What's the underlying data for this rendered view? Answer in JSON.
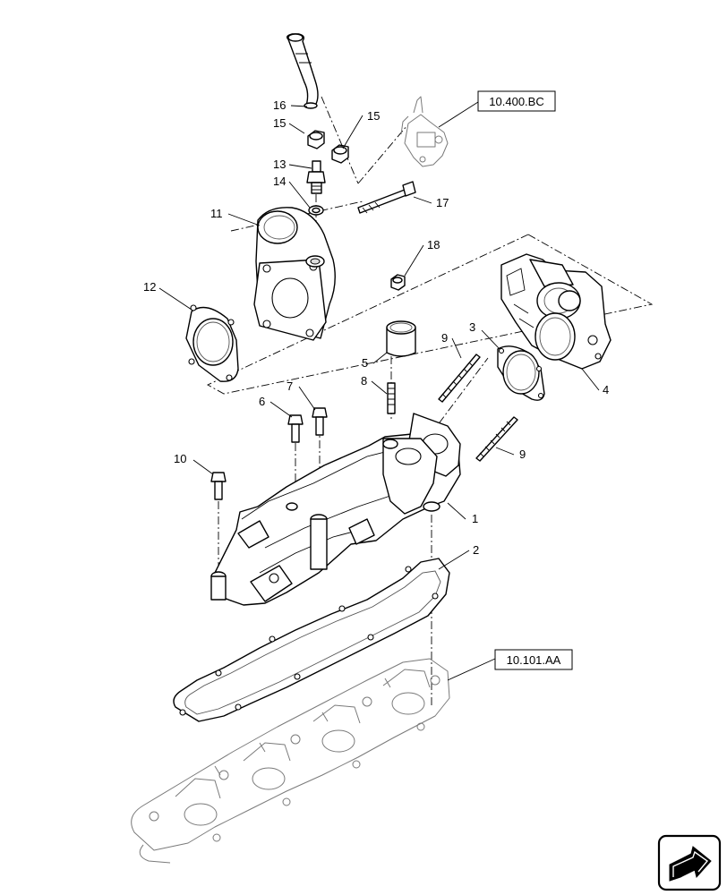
{
  "references": {
    "upper": "10.400.BC",
    "lower": "10.101.AA"
  },
  "callouts": {
    "c1": "1",
    "c2": "2",
    "c3": "3",
    "c4": "4",
    "c5": "5",
    "c6": "6",
    "c7": "7",
    "c8": "8",
    "c9a": "9",
    "c9b": "9",
    "c10": "10",
    "c11": "11",
    "c12": "12",
    "c13": "13",
    "c14": "14",
    "c15a": "15",
    "c15b": "15",
    "c16": "16",
    "c17": "17",
    "c18": "18"
  },
  "nav_icon": "next-page-arrow-icon"
}
